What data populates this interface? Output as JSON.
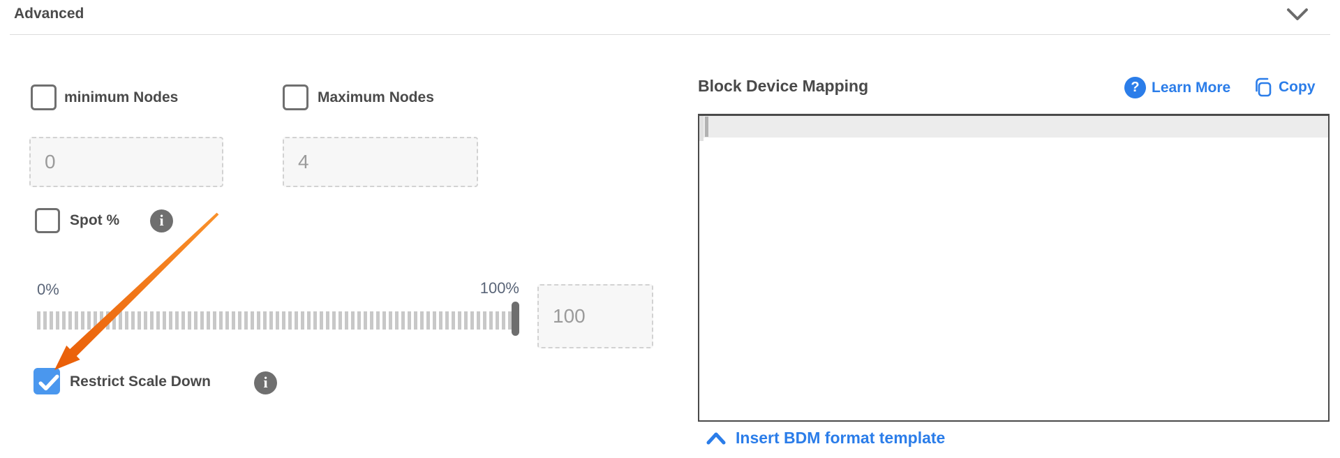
{
  "header": {
    "title": "Advanced"
  },
  "left": {
    "min_nodes": {
      "label": "minimum Nodes",
      "checked": false,
      "placeholder": "0"
    },
    "max_nodes": {
      "label": "Maximum Nodes",
      "checked": false,
      "placeholder": "4"
    },
    "spot": {
      "label": "Spot %",
      "checked": false
    },
    "spot_slider": {
      "min_label": "0%",
      "max_label": "100%",
      "placeholder": "100",
      "value_percent": 100
    },
    "restrict_scale_down": {
      "label": "Restrict Scale Down",
      "checked": true
    }
  },
  "bdm": {
    "title": "Block Device Mapping",
    "learn_more_label": "Learn More",
    "copy_label": "Copy",
    "editor_content": "",
    "insert_template_label": "Insert BDM format template"
  },
  "icons": {
    "info_glyph": "i",
    "help_glyph": "?"
  },
  "colors": {
    "link_blue": "#2b7de9",
    "checkbox_checked_blue": "#4a97ee",
    "arrow_orange": "#f4770f",
    "active_line_gray": "#ececec"
  }
}
